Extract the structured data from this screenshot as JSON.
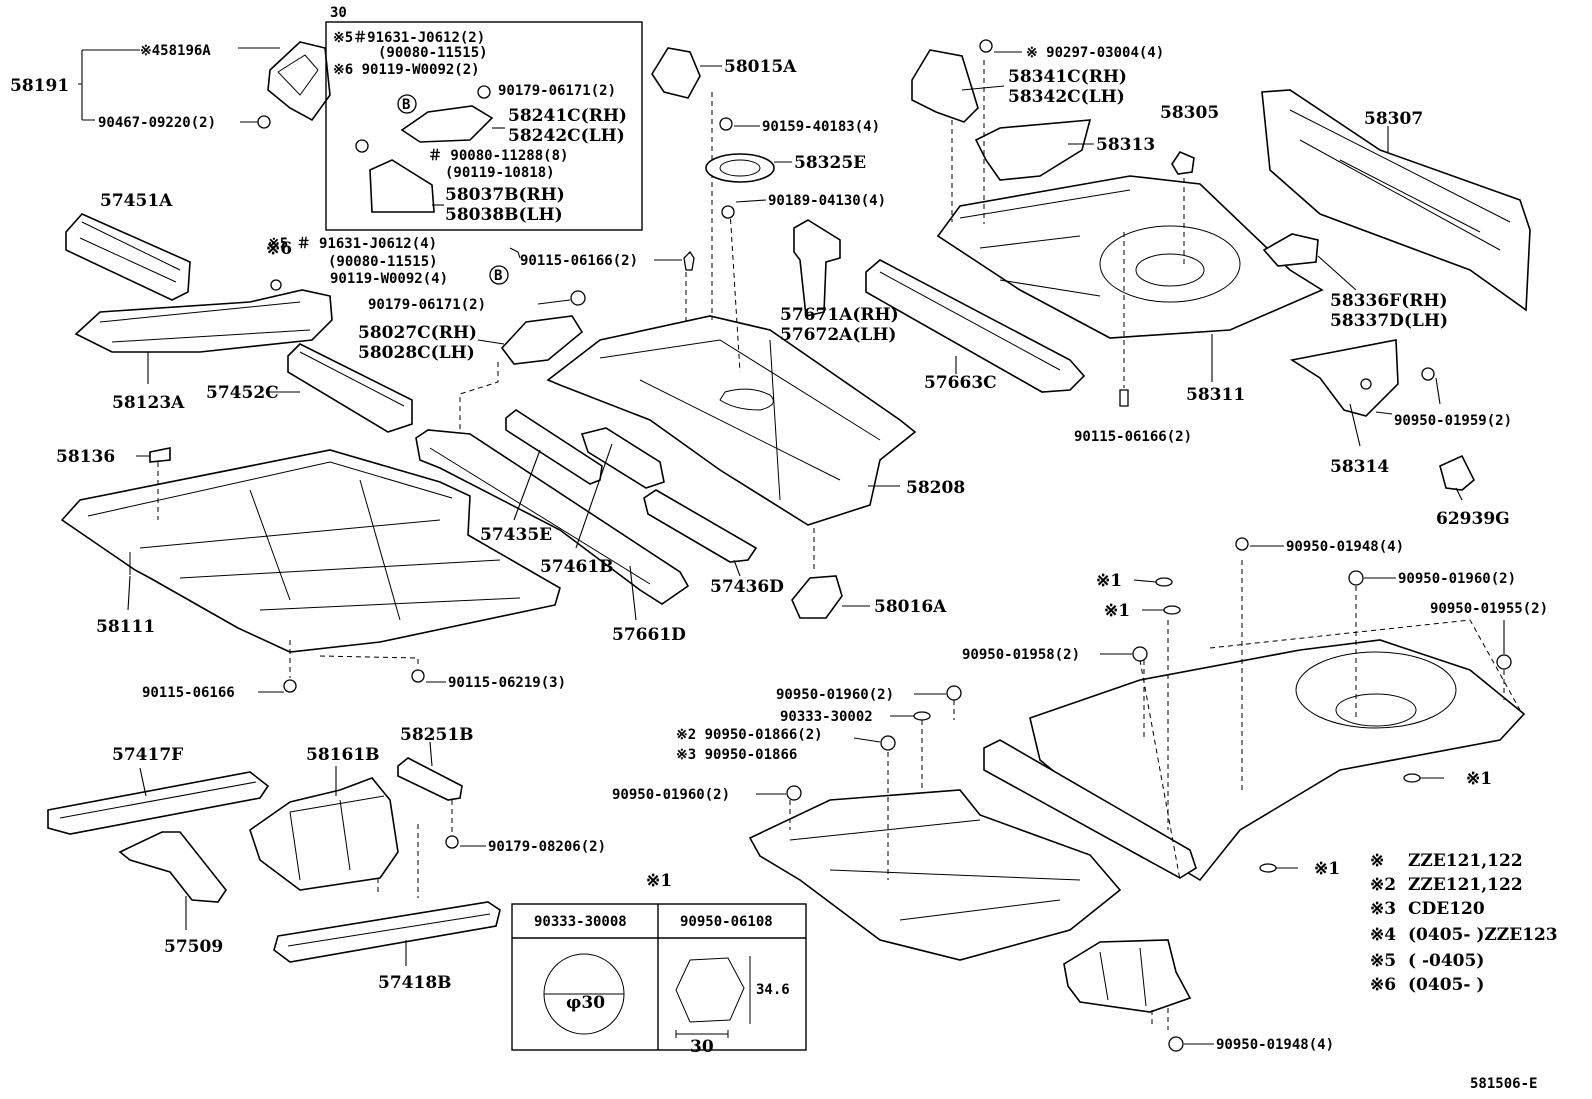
{
  "diagram_id": "581506-E",
  "inset_box": {
    "number": "30",
    "lines": [
      "※5＃91631-J0612(2)",
      "(90080-11515)",
      "※6  90119-W0092(2)",
      "90179-06171(2)",
      "58241C(RH)",
      "58242C(LH)",
      "＃ 90080-11288(8)",
      "(90119-10818)",
      "58037B(RH)",
      "58038B(LH)"
    ],
    "badge": "B"
  },
  "labels": {
    "p58191": "58191",
    "p458196A": "※458196A",
    "p90467": "90467-09220(2)",
    "p57451A": "57451A",
    "p58123A": "58123A",
    "p57452C": "57452C",
    "p58136": "58136",
    "p58111": "58111",
    "p90115_06166a": "90115-06166",
    "p90115_06219": "90115-06219(3)",
    "p91631b": "※5 ＃ 91631-J0612(4)",
    "p90080b": "(90080-11515)",
    "p6b": "※6",
    "p90119b": "90119-W0092(4)",
    "badge_b2": "B",
    "p90179b": "90179-06171(2)",
    "p58027C": "58027C(RH)",
    "p58028C": "58028C(LH)",
    "p90115_06166b": "90115-06166(2)",
    "p57435E": "57435E",
    "p57461B": "57461B",
    "p57661D": "57661D",
    "p57436D": "57436D",
    "p58015A": "58015A",
    "p90159": "90159-40183(4)",
    "p58325E": "58325E",
    "p90189": "90189-04130(4)",
    "p57671A": "57671A(RH)",
    "p57672A": "57672A(LH)",
    "p58208": "58208",
    "p58016A": "58016A",
    "p90297": "※ 90297-03004(4)",
    "p58341C": "58341C(RH)",
    "p58342C": "58342C(LH)",
    "p58305": "58305",
    "p58313": "58313",
    "p57663C": "57663C",
    "p58311": "58311",
    "p90115_06166c": "90115-06166(2)",
    "p58307": "58307",
    "p58336F": "58336F(RH)",
    "p58337D": "58337D(LH)",
    "p58314": "58314",
    "p90950_01959": "90950-01959(2)",
    "p62939G": "62939G",
    "p57417F": "57417F",
    "p58161B": "58161B",
    "p58251B": "58251B",
    "p90179_08206": "90179-08206(2)",
    "p57509": "57509",
    "p57418B": "57418B",
    "p90950_01948a": "90950-01948(4)",
    "p90950_01960a": "90950-01960(2)",
    "p90950_01955": "90950-01955(2)",
    "p1a": "※1",
    "p1b": "※1",
    "p90950_01958": "90950-01958(2)",
    "p90950_01960b": "90950-01960(2)",
    "p90333_30002": "90333-30002",
    "p2": "※2 90950-01866(2)",
    "p3": "※3 90950-01866",
    "p90950_01960c": "90950-01960(2)",
    "p1c": "※1",
    "p1d": "※1",
    "p90950_01948b": "90950-01948(4)"
  },
  "table": {
    "note": "※1",
    "col1": "90333-30008",
    "col2": "90950-06108",
    "dia": "φ30",
    "dim_h": "34.6",
    "dim_w": "30"
  },
  "legend": [
    {
      "mark": "※",
      "text": "ZZE121,122"
    },
    {
      "mark": "※2",
      "text": "ZZE121,122"
    },
    {
      "mark": "※3",
      "text": "CDE120"
    },
    {
      "mark": "※4",
      "text": "(0405-      )ZZE123"
    },
    {
      "mark": "※5",
      "text": "(       -0405)"
    },
    {
      "mark": "※6",
      "text": "(0405-      )"
    }
  ]
}
